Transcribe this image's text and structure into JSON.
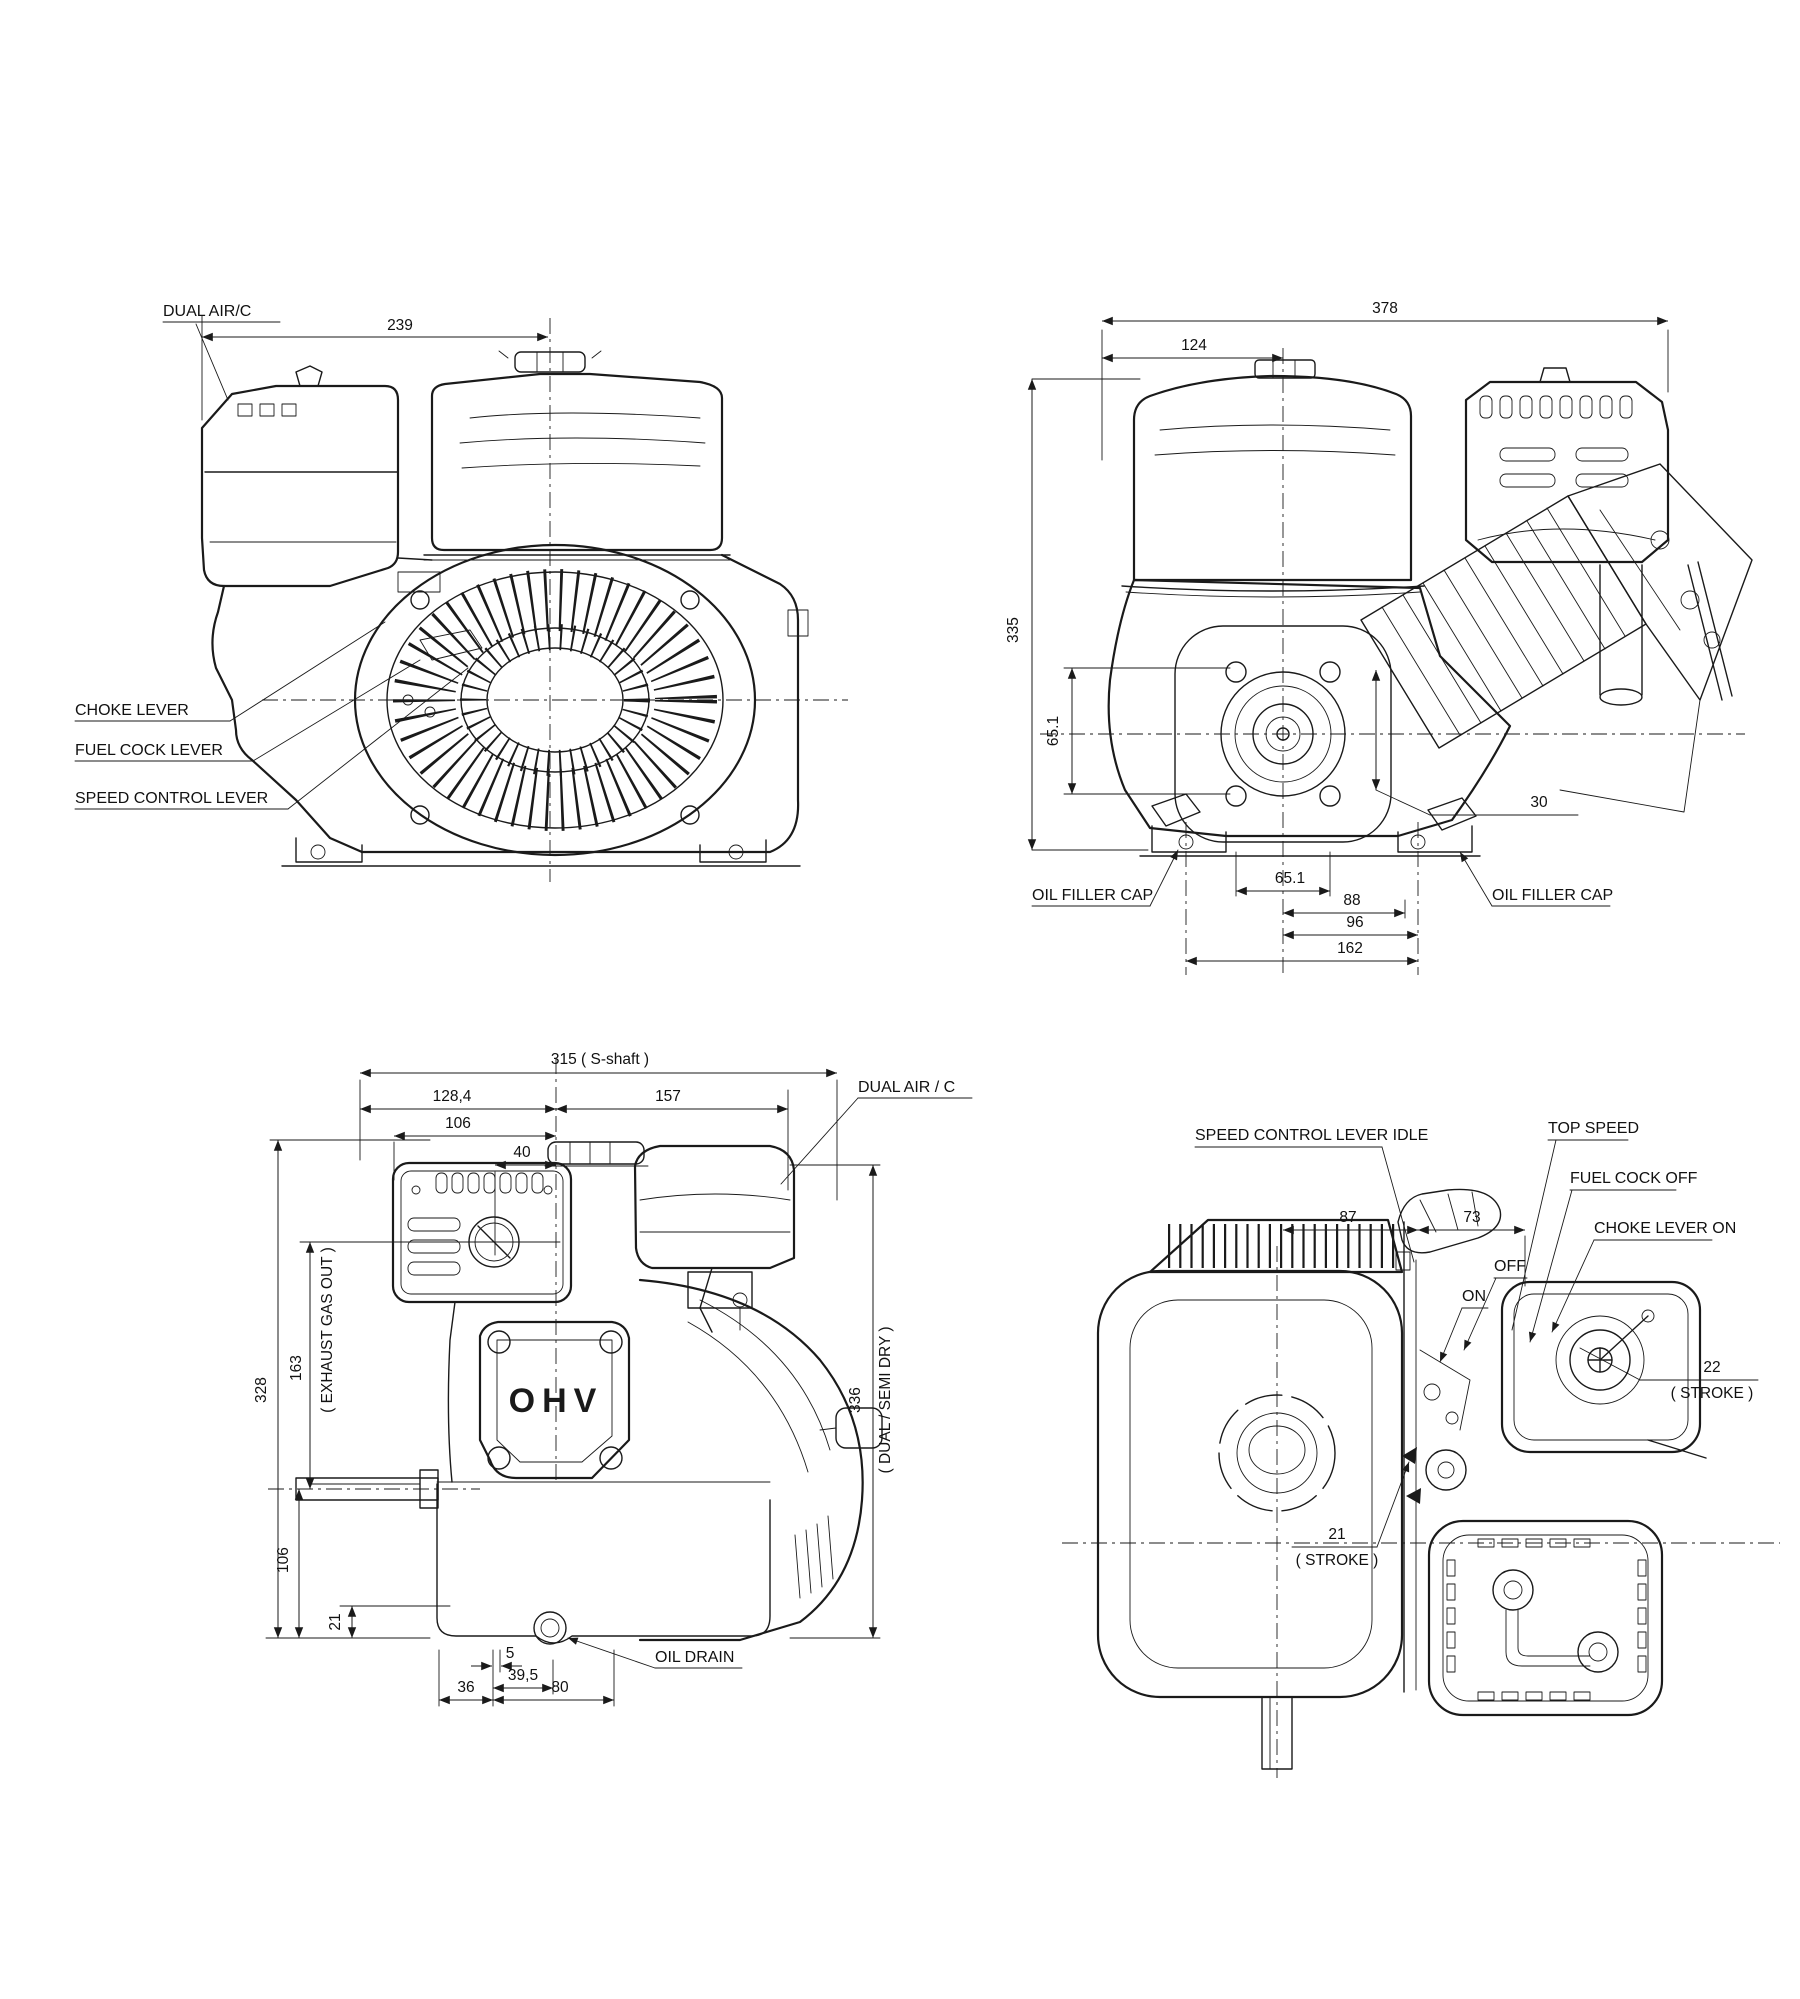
{
  "drawing": {
    "line_color": "#1a1a1a",
    "background": "#ffffff",
    "views": {
      "side_left": {
        "dual_air": "DUAL AIR/C",
        "dim_width_239": "239",
        "choke_lever": "CHOKE LEVER",
        "fuel_cock_lever": "FUEL COCK LEVER",
        "speed_control_lever": "SPEED CONTROL LEVER"
      },
      "front": {
        "dim_total_width": "378",
        "dim_tank_offset": "124",
        "dim_total_height": "335",
        "dim_bolt_vertical": "65.1",
        "dim_pto_offset": "30",
        "oil_filler_cap_left": "OIL FILLER CAP",
        "oil_filler_cap_right": "OIL FILLER CAP",
        "dim_bolt_horizontal": "65.1",
        "dim_88": "88",
        "dim_96": "96",
        "dim_162": "162"
      },
      "side_right": {
        "dim_length_sshaft": "315 ( S-shaft )",
        "dim_128_4": "128,4",
        "dim_157": "157",
        "dim_106_top": "106",
        "dim_40": "40",
        "dual_air": "DUAL AIR / C",
        "dim_328": "328",
        "dim_163": "163",
        "exhaust_note": "( EXHAUST GAS OUT )",
        "dim_106_left": "106",
        "dim_21": "21",
        "dim_336": "336",
        "mount_note": "( DUAL / SEMI DRY )",
        "dim_5": "5",
        "dim_39_5": "39,5",
        "dim_36": "36",
        "dim_80": "80",
        "oil_drain": "OIL DRAIN",
        "ohv_badge": "OHV"
      },
      "top": {
        "speed_control_idle": "SPEED CONTROL LEVER IDLE",
        "top_speed": "TOP SPEED",
        "fuel_cock_off": "FUEL COCK OFF",
        "choke_lever_on": "CHOKE LEVER ON",
        "off": "OFF",
        "on": "ON",
        "dim_87": "87",
        "dim_73": "73",
        "dim_22": "22",
        "stroke_note_right": "( STROKE )",
        "dim_21": "21",
        "stroke_note_bottom": "( STROKE )"
      }
    }
  }
}
